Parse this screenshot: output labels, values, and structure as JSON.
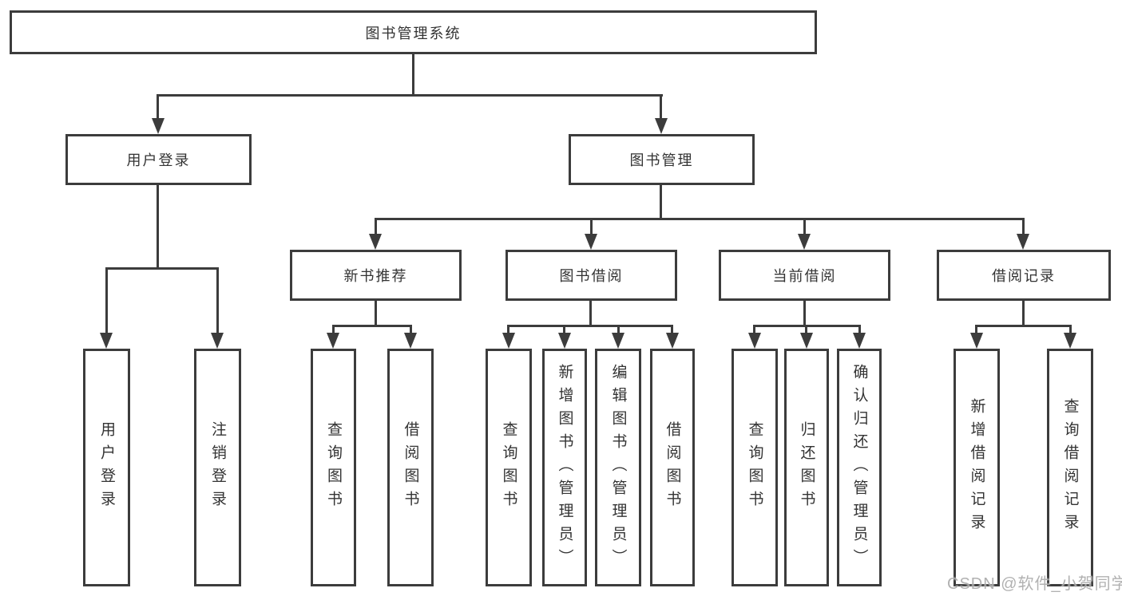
{
  "diagram_title": "图书管理系统",
  "nodes": {
    "root": {
      "label": "图书管理系统"
    },
    "user_login": {
      "label": "用户登录"
    },
    "book_management": {
      "label": "图书管理"
    },
    "new_book_recommend": {
      "label": "新书推荐"
    },
    "book_borrowing": {
      "label": "图书借阅"
    },
    "current_borrowing": {
      "label": "当前借阅"
    },
    "borrowing_records": {
      "label": "借阅记录"
    },
    "ul_user_login": {
      "label": "用户登录"
    },
    "ul_logout": {
      "label": "注销登录"
    },
    "nb_query_books": {
      "label": "查询图书"
    },
    "nb_borrow_books": {
      "label": "借阅图书"
    },
    "bb_query_books": {
      "label": "查询图书"
    },
    "bb_add_books": {
      "label": "新增图书（管理员）"
    },
    "bb_edit_books": {
      "label": "编辑图书（管理员）"
    },
    "bb_borrow_books": {
      "label": "借阅图书"
    },
    "cb_query_books": {
      "label": "查询图书"
    },
    "cb_return_books": {
      "label": "归还图书"
    },
    "cb_confirm_return": {
      "label": "确认归还（管理员）"
    },
    "br_add_record": {
      "label": "新增借阅记录"
    },
    "br_query_record": {
      "label": "查询借阅记录"
    }
  },
  "watermark": {
    "text": "CSDN @软件_小贺同学"
  },
  "colors": {
    "line": "#3c3c3c",
    "text": "#333333",
    "background": "#ffffff",
    "watermark": "#ababab"
  }
}
